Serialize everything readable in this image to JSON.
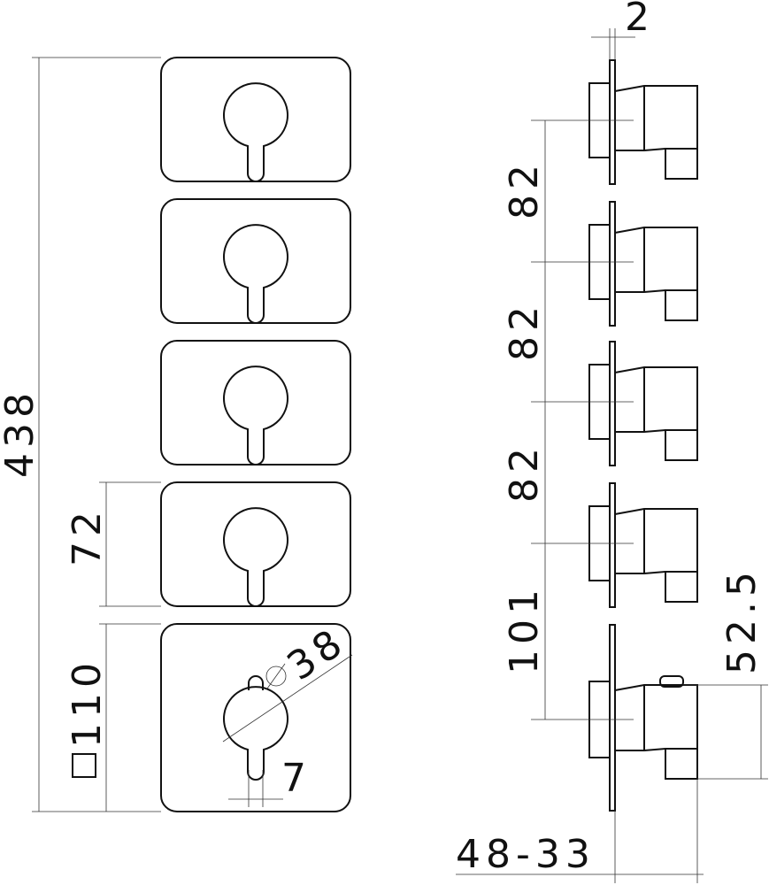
{
  "dimensions": {
    "overall_height": "438",
    "plate_height": "72",
    "square_plate": "110",
    "knob_diameter": "38",
    "lever_width": "7",
    "plate_thickness": "2",
    "spacing_1": "82",
    "spacing_2": "82",
    "spacing_3": "82",
    "spacing_4": "101",
    "offset": "52.5",
    "depth_range": "48-33"
  }
}
